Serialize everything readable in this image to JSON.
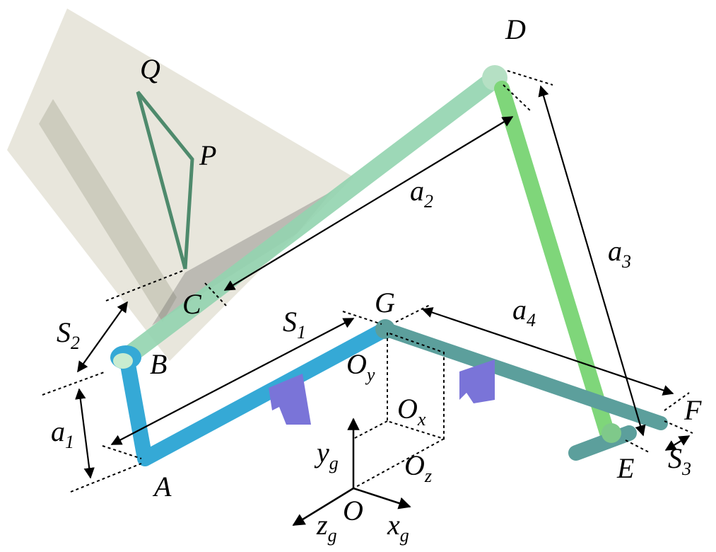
{
  "points": {
    "Q": "Q",
    "P": "P",
    "D": "D",
    "C": "C",
    "G": "G",
    "B": "B",
    "F": "F",
    "E": "E",
    "A": "A",
    "O": "O"
  },
  "dims": {
    "a1": {
      "base": "a",
      "sub": "1"
    },
    "a2": {
      "base": "a",
      "sub": "2"
    },
    "a3": {
      "base": "a",
      "sub": "3"
    },
    "a4": {
      "base": "a",
      "sub": "4"
    },
    "S1": {
      "base": "S",
      "sub": "1"
    },
    "S2": {
      "base": "S",
      "sub": "2"
    },
    "S3": {
      "base": "S",
      "sub": "3"
    },
    "Ox": {
      "base": "O",
      "sub": "x"
    },
    "Oy": {
      "base": "O",
      "sub": "y"
    },
    "Oz": {
      "base": "O",
      "sub": "z"
    }
  },
  "axes": {
    "xg": {
      "base": "x",
      "sub": "g"
    },
    "yg": {
      "base": "y",
      "sub": "g"
    },
    "zg": {
      "base": "z",
      "sub": "g"
    }
  },
  "colors": {
    "link_blue": "#35a9d6",
    "link_green_light": "#93d4b0",
    "link_green": "#7fd67a",
    "link_teal": "#5c9f9c",
    "support": "#7a74d8",
    "plane": "#d9d6c4"
  }
}
